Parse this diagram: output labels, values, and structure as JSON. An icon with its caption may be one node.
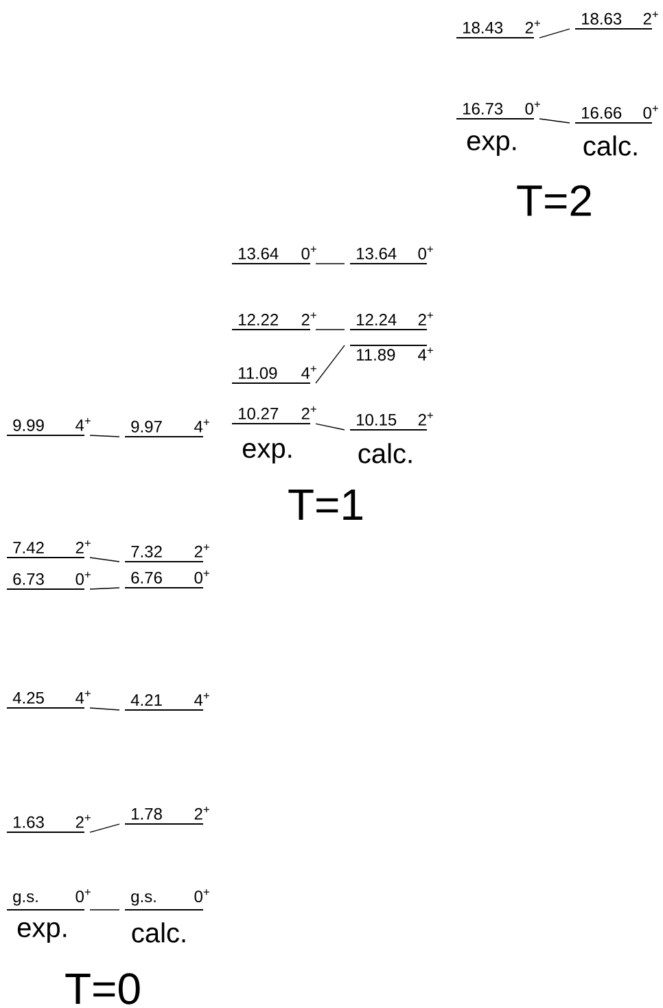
{
  "diagram": {
    "nodes": [
      {
        "text": [
          "18.43",
          "2$^{+}$"
        ]
      },
      {
        "text": [
          "18.63",
          "2$^{+}$"
        ]
      },
      {
        "text": [
          "16.73",
          "0$^{+}$"
        ]
      },
      {
        "text": [
          "16.66",
          "0$^{+}$"
        ]
      },
      {
        "text": [
          "13.64",
          "0$^{+}$"
        ]
      },
      {
        "text": [
          "13.64",
          "0$^{+}$"
        ]
      },
      {
        "text": [
          "12.22",
          "2$^{+}$"
        ]
      },
      {
        "text": [
          "12.24",
          "2$^{+}$"
        ]
      },
      {
        "text": [
          "11.09",
          "4$^{+}$"
        ]
      },
      {
        "text": [
          "11.89",
          "4$^{+}$"
        ]
      },
      {
        "text": [
          "10.27",
          "2$^{+}$"
        ]
      },
      {
        "text": [
          "10.15",
          "2$^{+}$"
        ]
      },
      {
        "text": [
          "9.99",
          "4$^{+}$"
        ]
      },
      {
        "text": [
          "9.97",
          "4$^{+}$"
        ]
      },
      {
        "text": [
          "7.42",
          "2$^{+}$"
        ]
      },
      {
        "text": [
          "7.32",
          "2$^{+}$"
        ]
      },
      {
        "text": [
          "6.73",
          "0$^{+}$"
        ]
      },
      {
        "text": [
          "6.76",
          "0$^{+}$"
        ]
      },
      {
        "text": [
          "4.25",
          "4$^{+}$"
        ]
      },
      {
        "text": [
          "4.21",
          "4$^{+}$"
        ]
      },
      {
        "text": [
          "1.63",
          "2$^{+}$"
        ]
      },
      {
        "text": [
          "1.78",
          "2$^{+}$"
        ]
      },
      {
        "text": [
          "g.s.",
          "0$^{+}$"
        ]
      },
      {
        "text": [
          "g.s.",
          "0$^{+}$"
        ]
      }
    ],
    "edges": [
      {
        "from": 0,
        "to": 1,
        "arrow": "none"
      },
      {
        "from": 2,
        "to": 3,
        "arrow": "none"
      },
      {
        "from": 4,
        "to": 5,
        "arrow": "none"
      },
      {
        "from": 6,
        "to": 7,
        "arrow": "none"
      },
      {
        "from": 8,
        "to": 9,
        "arrow": "none"
      },
      {
        "from": 10,
        "to": 11,
        "arrow": "none"
      },
      {
        "from": 12,
        "to": 13,
        "arrow": "none"
      },
      {
        "from": 14,
        "to": 15,
        "arrow": "none"
      },
      {
        "from": 16,
        "to": 17,
        "arrow": "none"
      },
      {
        "from": 18,
        "to": 19,
        "arrow": "none"
      },
      {
        "from": 20,
        "to": 21,
        "arrow": "none"
      },
      {
        "from": 22,
        "to": 23,
        "arrow": "none"
      }
    ],
    "labels": [
      "exp.",
      "calc.",
      "T=2",
      "exp.",
      "calc.",
      "T=1",
      "exp.",
      "calc.",
      "T=0"
    ]
  }
}
